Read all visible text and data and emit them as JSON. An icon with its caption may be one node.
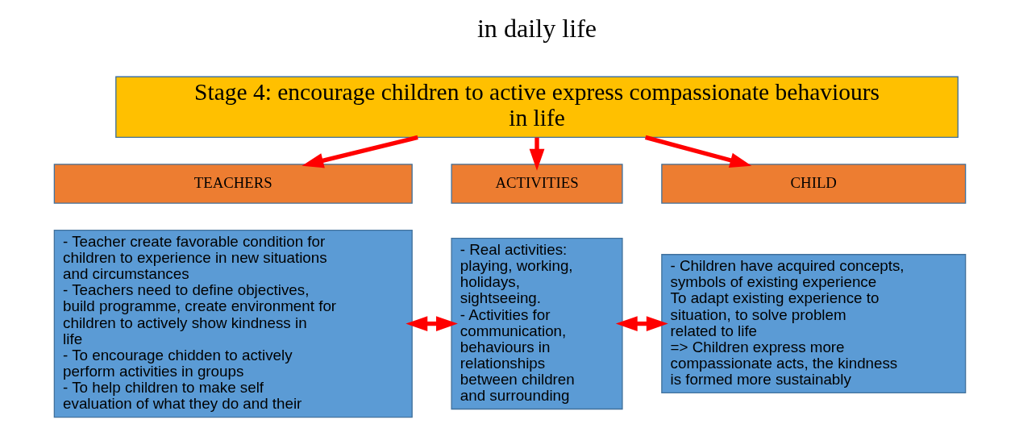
{
  "diagram": {
    "nodes": [
      {
        "text": [
          "Stage 4: encourage children to active express compassionate behaviours in life"
        ]
      },
      {
        "text": [
          "TEACHERS"
        ]
      },
      {
        "text": [
          "- Teacher create favorable condition for children to experience in new situations and circumstances",
          "- Teachers need to define objectives, build programme, create environment for children to actively show kindness in life",
          "- To encourage chidden to actively perform activities in groups",
          "- To help children to make self evaluation of what they do and their"
        ]
      },
      {
        "text": [
          "ACTIVITIES"
        ]
      },
      {
        "text": [
          "- Real activities: playing, working, holidays, sightseeing.",
          "- Activities for communication, behaviours in relationships between children and surrounding"
        ]
      },
      {
        "text": [
          "CHILD"
        ]
      },
      {
        "text": [
          "- Children have acquired concepts, symbols of existing experience",
          "To adapt existing experience to situation, to solve problem related to life",
          "=> Children express more compassionate acts, the kindness is formed more sustainably"
        ]
      }
    ],
    "edges": [
      {
        "from": 0,
        "to": 1,
        "arrow": "to"
      },
      {
        "from": 0,
        "to": 3,
        "arrow": "to"
      },
      {
        "from": 0,
        "to": 5,
        "arrow": "to"
      },
      {
        "from": 2,
        "to": 4,
        "arrow": "both"
      },
      {
        "from": 4,
        "to": 6,
        "arrow": "both"
      }
    ],
    "labels": [
      "in daily life"
    ]
  }
}
